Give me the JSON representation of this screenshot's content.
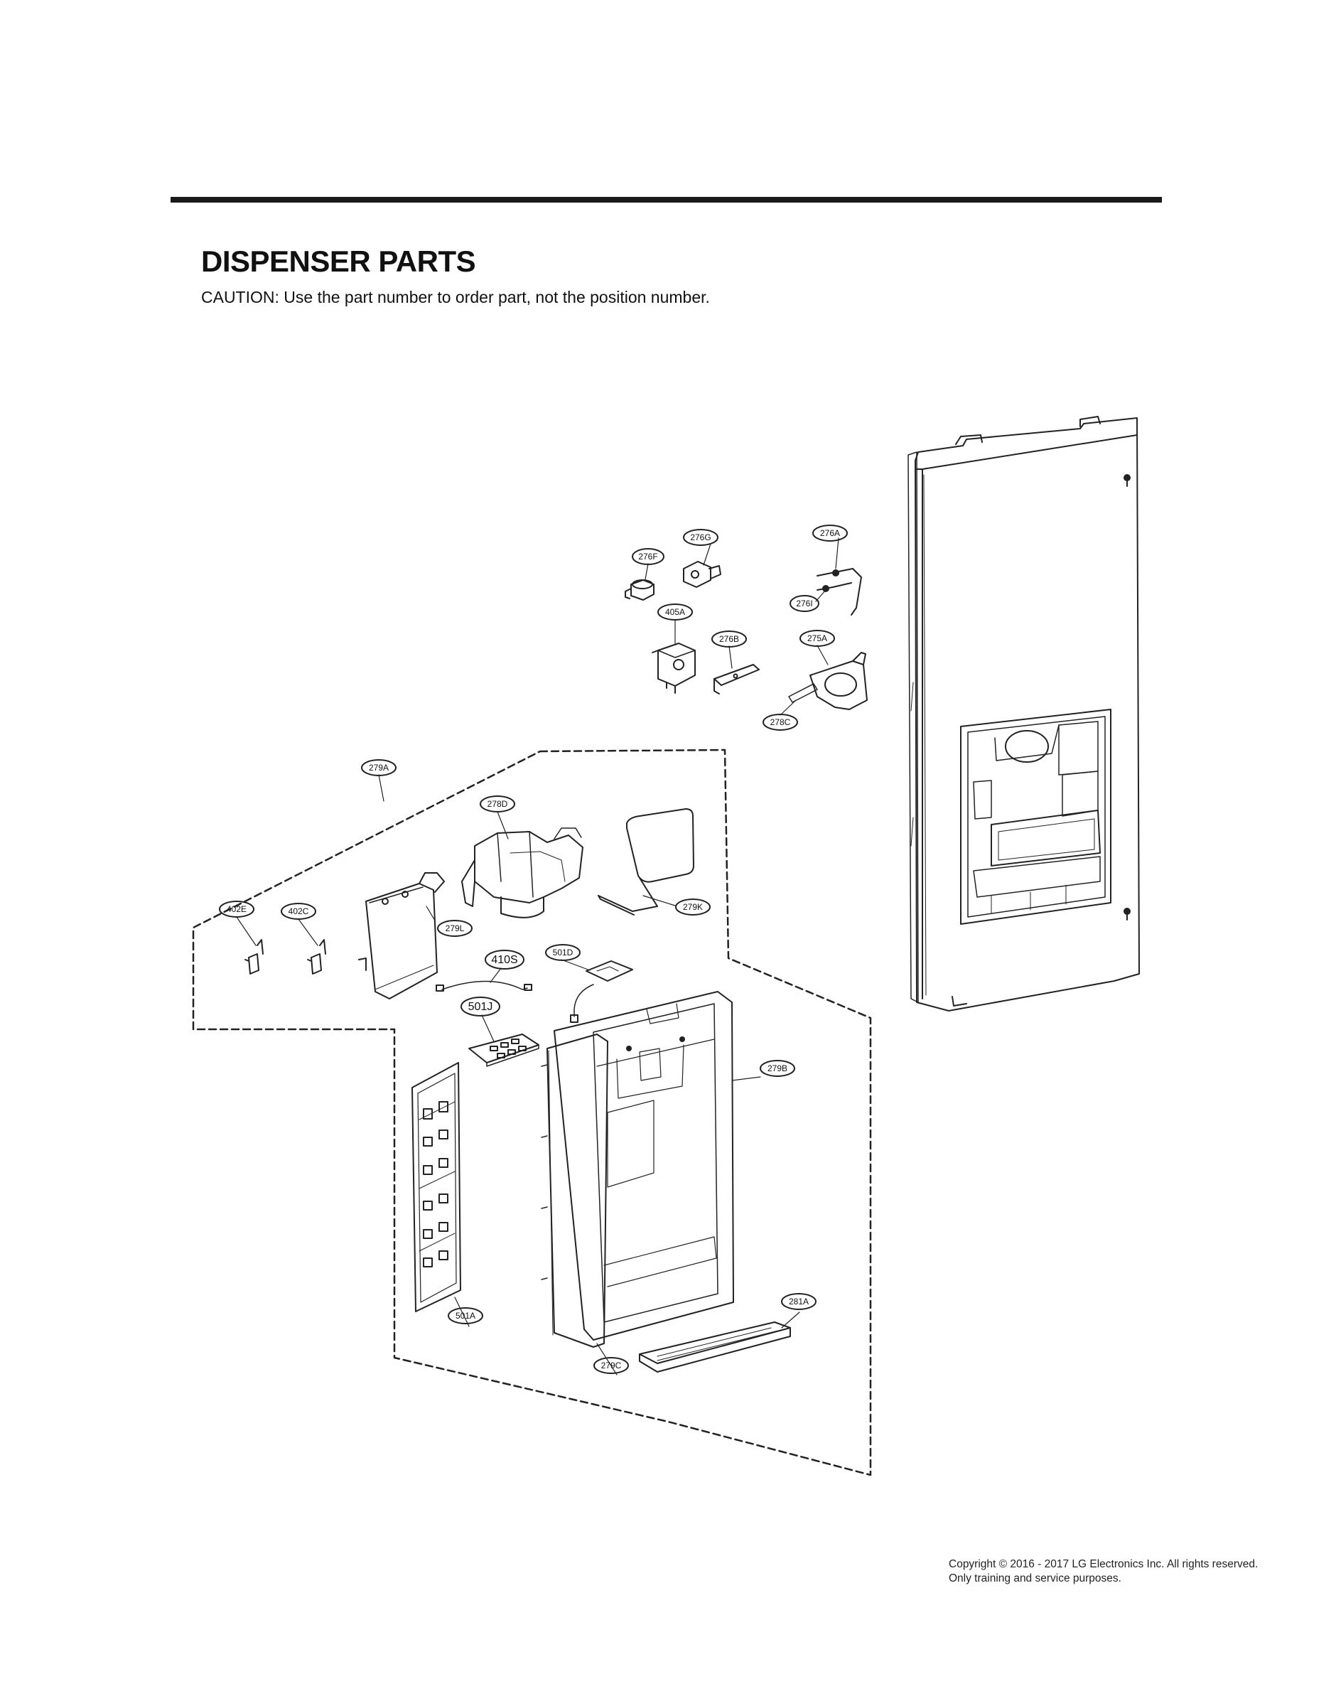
{
  "page": {
    "title": "DISPENSER PARTS",
    "caution": "CAUTION: Use the part number to order part, not the position number.",
    "copyright": "Copyright © 2016 - 2017 LG Electronics Inc. All rights reserved. Only training and service purposes."
  },
  "callouts": {
    "c276A": "276A",
    "c276G": "276G",
    "c276F": "276F",
    "c276I": "276I",
    "c405A": "405A",
    "c276B": "276B",
    "c275A": "275A",
    "c278C": "278C",
    "c279A": "279A",
    "c278D": "278D",
    "c402E": "402E",
    "c402C": "402C",
    "c279L": "279L",
    "c279K": "279K",
    "c410S": "410S",
    "c501D": "501D",
    "c501J": "501J",
    "c279B": "279B",
    "c501A": "501A",
    "c281A": "281A",
    "c279C": "279C"
  }
}
